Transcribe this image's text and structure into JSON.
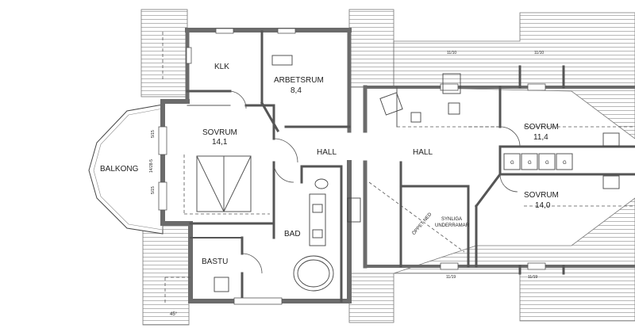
{
  "rooms": {
    "klk": "KLK",
    "arbetsrum": "ARBETSRUM",
    "arbetsrum_area": "8,4",
    "sovrum_left": "SOVRUM",
    "sovrum_left_area": "14,1",
    "balkong": "BALKONG",
    "hall_1": "HALL",
    "hall_2": "HALL",
    "sovrum_right_top": "SOVRUM",
    "sovrum_right_top_area": "11,4",
    "sovrum_right_bottom": "SOVRUM",
    "sovrum_right_bottom_area": "14,0",
    "bad": "BAD",
    "bastu": "BASTU",
    "oppet_ned": "ÖPPET NED",
    "synliga_1": "SYNLIGA",
    "synliga_2": "UNDERRAMAR"
  },
  "dimensions": {
    "window_top_1": "11/10",
    "window_top_2": "11/10",
    "window_bottom_1": "11/19",
    "window_bottom_2": "11/19",
    "balkong_1": "5/15",
    "balkong_2": "14/28-5",
    "balkong_3": "5/15",
    "angle": "45°"
  },
  "closets": [
    "G",
    "G",
    "G",
    "G"
  ],
  "colors": {
    "wall": "#6b6b6b",
    "line": "#333333",
    "dash": "#555555"
  }
}
